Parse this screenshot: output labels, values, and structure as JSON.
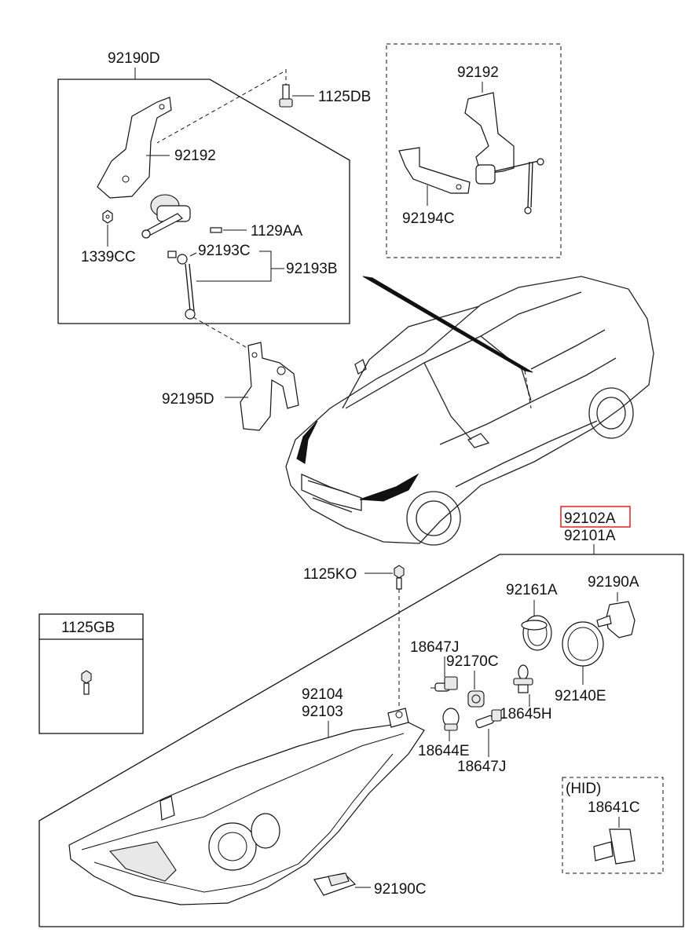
{
  "colors": {
    "line": "#111111",
    "highlight": "#e03030",
    "background": "#ffffff"
  },
  "labels": {
    "p92190D": "92190D",
    "p1125DB": "1125DB",
    "p92192_left": "92192",
    "p1129AA": "1129AA",
    "p1339CC": "1339CC",
    "p92193C": "92193C",
    "p92193B": "92193B",
    "p92195D": "92195D",
    "p92192_right": "92192",
    "p92194C": "92194C",
    "p92102A": "92102A",
    "p92101A": "92101A",
    "p1125KO": "1125KO",
    "p92161A": "92161A",
    "p92190A": "92190A",
    "p18647J_top": "18647J",
    "p92170C": "92170C",
    "p18645H": "18645H",
    "p92140E": "92140E",
    "p92104": "92104",
    "p92103": "92103",
    "p18644E": "18644E",
    "p18647J_bottom": "18647J",
    "p92190C": "92190C",
    "hid": "(HID)",
    "p18641C": "18641C",
    "p1125GB": "1125GB"
  }
}
